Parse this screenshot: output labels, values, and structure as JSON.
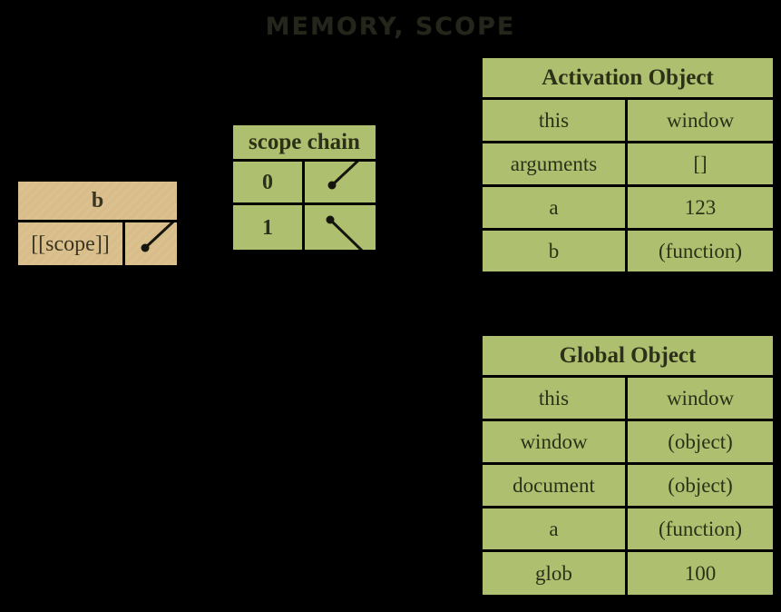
{
  "title": "MEMORY, SCOPE",
  "colors": {
    "background": "#000000",
    "table_fill_green": "#aec06f",
    "table_fill_tan": "#d9be8b",
    "text": "#2c3018",
    "border": "#000000",
    "title_text": "#24261b"
  },
  "function_box": {
    "name": "function-b-box",
    "header": "b",
    "rows": [
      {
        "key": "[[scope]]",
        "value": ""
      }
    ]
  },
  "scope_chain": {
    "name": "scope-chain-table",
    "header": "scope chain",
    "rows": [
      {
        "index": "0",
        "value": ""
      },
      {
        "index": "1",
        "value": ""
      }
    ]
  },
  "activation_object": {
    "name": "activation-object-table",
    "header": "Activation Object",
    "rows": [
      {
        "key": "this",
        "value": "window"
      },
      {
        "key": "arguments",
        "value": "[]"
      },
      {
        "key": "a",
        "value": "123"
      },
      {
        "key": "b",
        "value": "(function)"
      }
    ]
  },
  "global_object": {
    "name": "global-object-table",
    "header": "Global Object",
    "rows": [
      {
        "key": "this",
        "value": "window"
      },
      {
        "key": "window",
        "value": "(object)"
      },
      {
        "key": "document",
        "value": "(object)"
      },
      {
        "key": "a",
        "value": "(function)"
      },
      {
        "key": "glob",
        "value": "100"
      }
    ]
  },
  "connectors": [
    {
      "name": "scope-pointer-from-b",
      "from": "function-b-box.[[scope]]",
      "to": "scope-chain-table"
    },
    {
      "name": "scope-chain-0-pointer",
      "from": "scope-chain-table.0",
      "to": "activation-object-table"
    },
    {
      "name": "scope-chain-1-pointer",
      "from": "scope-chain-table.1",
      "to": "global-object-table"
    }
  ]
}
